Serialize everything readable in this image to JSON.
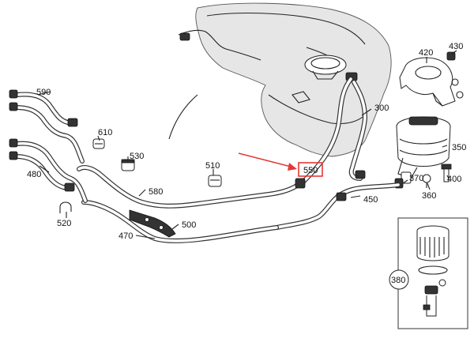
{
  "labels": {
    "p590": "590",
    "p610": "610",
    "p530": "530",
    "p480": "480",
    "p520": "520",
    "p580": "580",
    "p510": "510",
    "p500": "500",
    "p470": "470",
    "p550": "550",
    "p450": "450",
    "p300": "300",
    "p420": "420",
    "p430": "430",
    "p350": "350",
    "p370": "370",
    "p360": "360",
    "p400": "400",
    "p380": "380"
  },
  "colors": {
    "highlight": "#e53935",
    "line": "#222222"
  }
}
